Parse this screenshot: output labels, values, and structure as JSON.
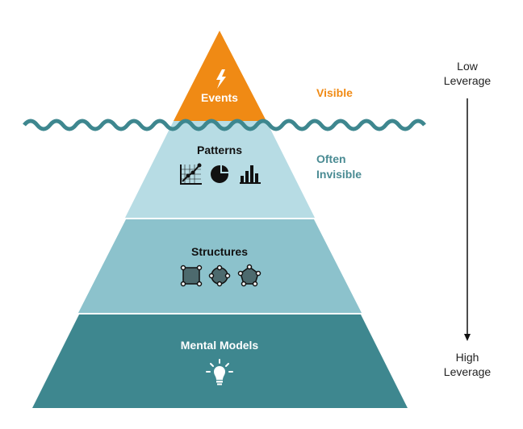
{
  "layers": [
    {
      "title": "Events",
      "icon": "lightning-bolt-icon"
    },
    {
      "title": "Patterns",
      "icons": [
        "line-chart-icon",
        "pie-chart-icon",
        "bar-chart-icon"
      ]
    },
    {
      "title": "Structures",
      "icons": [
        "square-node-icon",
        "circle-node-icon",
        "pentagon-node-icon"
      ]
    },
    {
      "title": "Mental Models",
      "icon": "lightbulb-icon"
    }
  ],
  "visibility": {
    "visible": "Visible",
    "often_line1": "Often",
    "often_line2": "Invisible"
  },
  "leverage": {
    "low_line1": "Low",
    "low_line2": "Leverage",
    "high_line1": "High",
    "high_line2": "Leverage"
  },
  "colors": {
    "events": "#f08a14",
    "patterns": "#b7dce4",
    "structures": "#8cc2cc",
    "mental_models": "#3e878f",
    "water": "#3e878f",
    "visible_text": "#f08a14",
    "invisible_text": "#4a8b93"
  }
}
